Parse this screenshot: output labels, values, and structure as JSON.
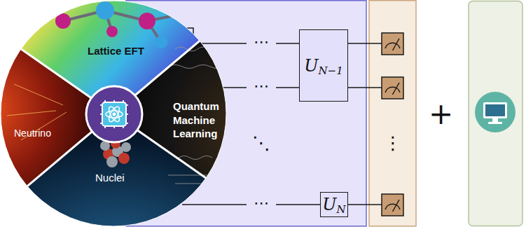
{
  "diagram": {
    "nodes": [
      {
        "text": [
          "U",
          "N−1"
        ]
      },
      {
        "text": [
          "U",
          "N"
        ]
      }
    ],
    "labels": [
      "Lattice EFT",
      "Quantum Machine Learning",
      "Neutrino",
      "Nuclei",
      "⋯",
      "⋯",
      "⋯",
      "⋱",
      "⋮",
      "+"
    ]
  }
}
